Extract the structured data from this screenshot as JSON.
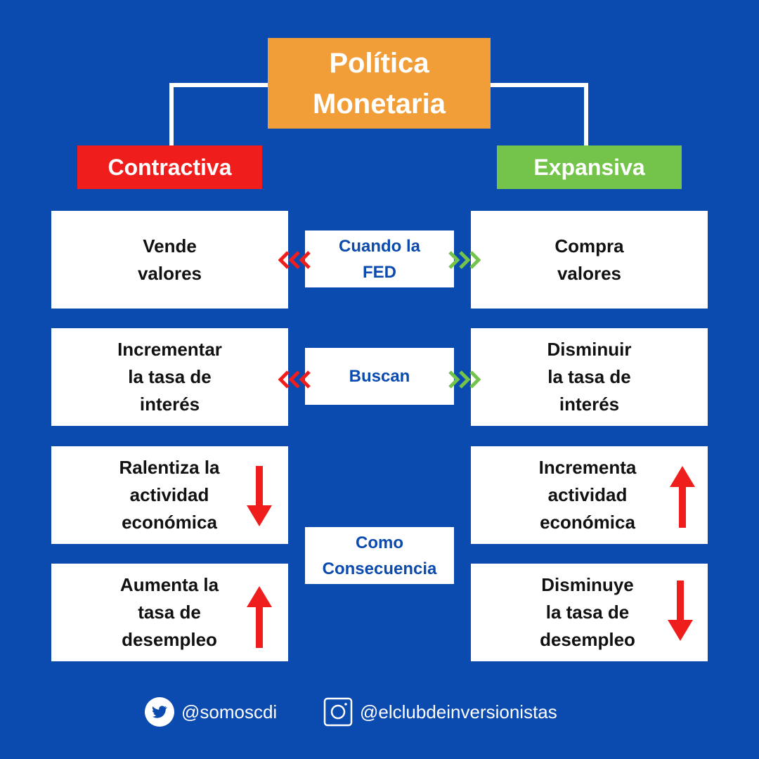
{
  "colors": {
    "background": "#0b4aae",
    "title_bg": "#f19d38",
    "contractive_bg": "#f01d1d",
    "expansive_bg": "#74c44c",
    "middle_text": "#0b4aae",
    "down_arrow": "#f01d1d",
    "up_arrow": "#f01d1d"
  },
  "title": {
    "line1": "Política",
    "line2": "Monetaria"
  },
  "categories": {
    "left": "Contractiva",
    "right": "Expansiva"
  },
  "middle": {
    "row1": {
      "line1": "Cuando la",
      "line2": "FED"
    },
    "row2": {
      "line1": "Buscan"
    },
    "row3": {
      "line1": "Como",
      "line2": "Consecuencia"
    }
  },
  "left_cards": [
    {
      "lines": [
        "Vende",
        "valores"
      ]
    },
    {
      "lines": [
        "Incrementar",
        "la tasa de",
        "interés"
      ]
    },
    {
      "lines": [
        "Ralentiza la",
        "actividad",
        "económica"
      ],
      "arrow": "down-arrow-icon"
    },
    {
      "lines": [
        "Aumenta la",
        "tasa de",
        "desempleo"
      ],
      "arrow": "up-arrow-icon"
    }
  ],
  "right_cards": [
    {
      "lines": [
        "Compra",
        "valores"
      ]
    },
    {
      "lines": [
        "Disminuir",
        "la tasa de",
        "interés"
      ]
    },
    {
      "lines": [
        "Incrementa",
        "actividad",
        "económica"
      ],
      "arrow": "up-arrow-icon"
    },
    {
      "lines": [
        "Disminuye",
        "la tasa de",
        "desempleo"
      ],
      "arrow": "down-arrow-icon"
    }
  ],
  "footer": {
    "twitter": {
      "icon": "twitter-icon",
      "handle": "@somoscdi"
    },
    "instagram": {
      "icon": "instagram-icon",
      "handle": "@elclubdeinversionistas"
    }
  }
}
